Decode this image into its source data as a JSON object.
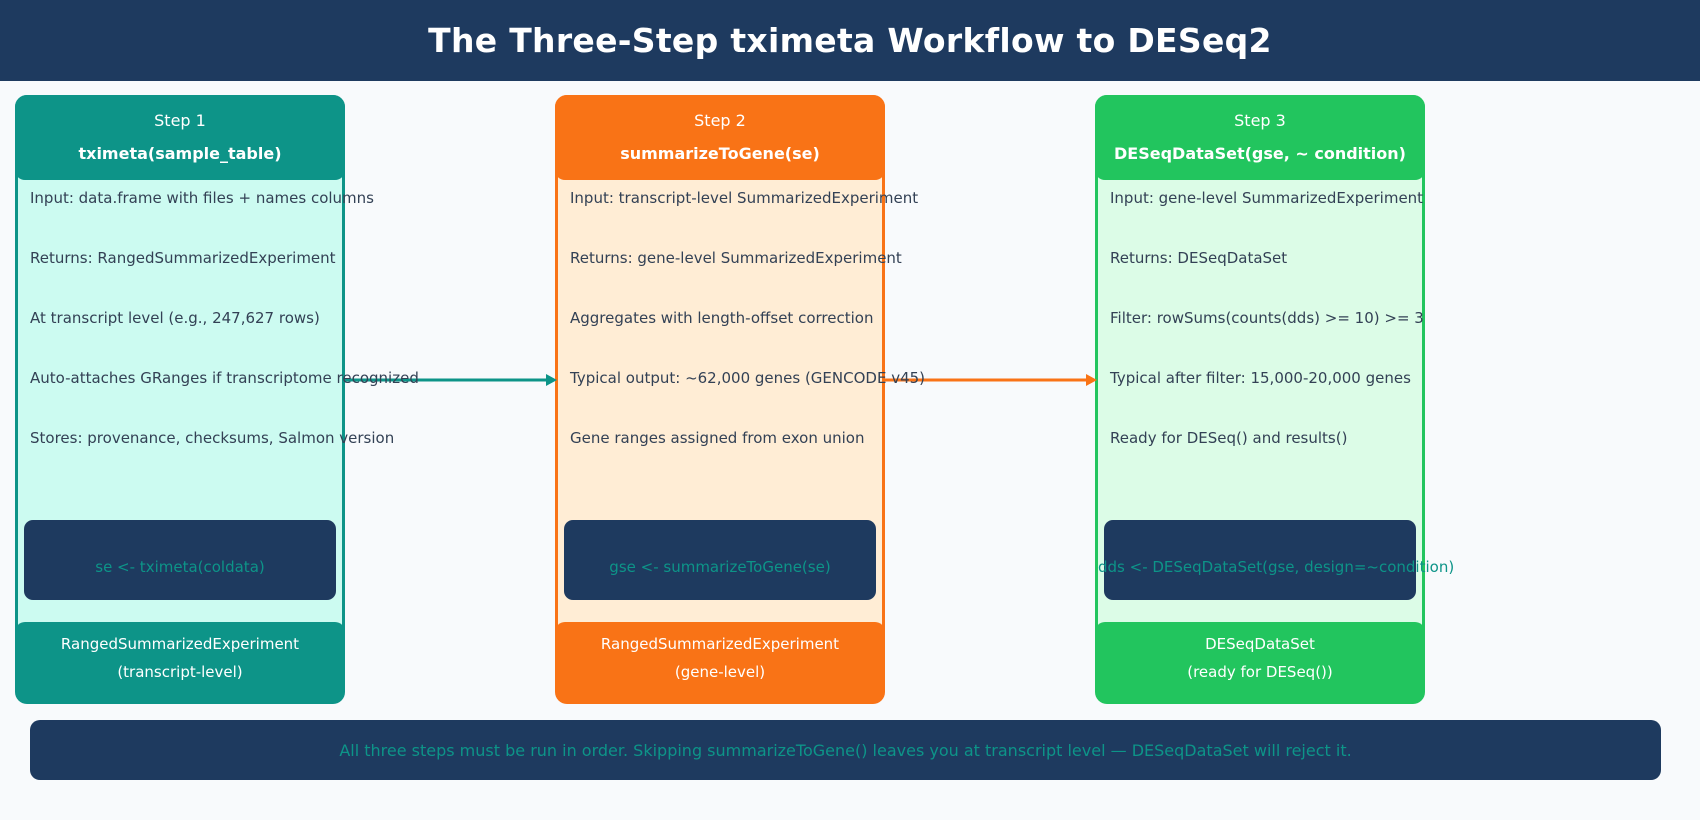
{
  "title": "The Three-Step tximeta Workflow to DESeq2",
  "colors": {
    "navy": "#1e3a5f",
    "teal": "#0d9488",
    "orange": "#f97316",
    "green": "#22c55e"
  },
  "steps": [
    {
      "step_label": "Step 1",
      "function": "tximeta(sample_table)",
      "bullets": [
        "Input: data.frame with files + names columns",
        "Returns: RangedSummarizedExperiment",
        "At transcript level (e.g., 247,627 rows)",
        "Auto-attaches GRanges if transcriptome recognized",
        "Stores: provenance, checksums, Salmon version"
      ],
      "code": "se <- tximeta(coldata)",
      "output_line1": "RangedSummarizedExperiment",
      "output_line2": "(transcript-level)"
    },
    {
      "step_label": "Step 2",
      "function": "summarizeToGene(se)",
      "bullets": [
        "Input: transcript-level SummarizedExperiment",
        "Returns: gene-level SummarizedExperiment",
        "Aggregates with length-offset correction",
        "Typical output: ~62,000 genes (GENCODE v45)",
        "Gene ranges assigned from exon union"
      ],
      "code": "gse <- summarizeToGene(se)",
      "output_line1": "RangedSummarizedExperiment",
      "output_line2": "(gene-level)"
    },
    {
      "step_label": "Step 3",
      "function": "DESeqDataSet(gse, ~ condition)",
      "bullets": [
        "Input: gene-level SummarizedExperiment",
        "Returns: DESeqDataSet",
        "Filter: rowSums(counts(dds) >= 10) >= 3",
        "Typical after filter: 15,000-20,000 genes",
        "Ready for DESeq() and results()"
      ],
      "code": "dds <- DESeqDataSet(gse, design=~condition)",
      "output_line1": "DESeqDataSet",
      "output_line2": "(ready for DESeq())"
    }
  ],
  "note": "All three steps must be run in order. Skipping summarizeToGene() leaves you at transcript level — DESeqDataSet will reject it."
}
